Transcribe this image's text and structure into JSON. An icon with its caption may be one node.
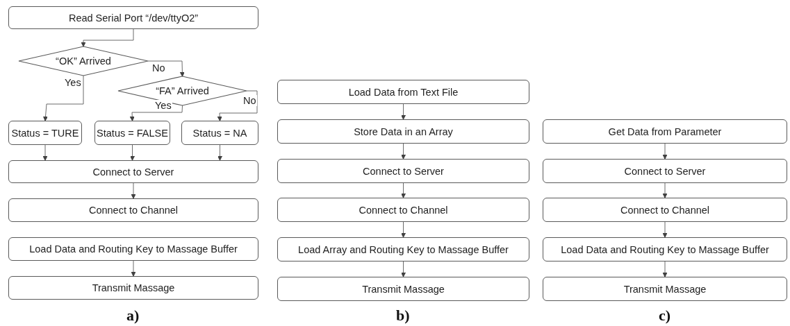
{
  "diagram": {
    "nodes": [
      {
        "text": [
          "Read Serial Port “/dev/ttyO2”"
        ]
      },
      {
        "text": [
          "“OK” Arrived"
        ]
      },
      {
        "text": [
          "“FA” Arrived"
        ]
      },
      {
        "text": [
          "Status = TURE"
        ]
      },
      {
        "text": [
          "Status = FALSE"
        ]
      },
      {
        "text": [
          "Status = NA"
        ]
      },
      {
        "text": [
          "Connect to Server"
        ]
      },
      {
        "text": [
          "Connect to Channel"
        ]
      },
      {
        "text": [
          "Load Data and Routing Key to Massage Buffer"
        ]
      },
      {
        "text": [
          "Transmit Massage"
        ]
      },
      {
        "text": [
          "Load Data from Text File"
        ]
      },
      {
        "text": [
          "Store Data in an Array"
        ]
      },
      {
        "text": [
          "Connect to Server"
        ]
      },
      {
        "text": [
          "Connect to Channel"
        ]
      },
      {
        "text": [
          "Load Array and Routing Key to Massage Buffer"
        ]
      },
      {
        "text": [
          "Transmit Massage"
        ]
      },
      {
        "text": [
          "Get Data from Parameter"
        ]
      },
      {
        "text": [
          "Connect to Server"
        ]
      },
      {
        "text": [
          "Connect to Channel"
        ]
      },
      {
        "text": [
          "Load Data and Routing Key to Massage Buffer"
        ]
      },
      {
        "text": [
          "Transmit Massage"
        ]
      }
    ],
    "edges": [
      {
        "from": 0,
        "to": 1,
        "arrow": "to"
      },
      {
        "from": 1,
        "to": 2,
        "arrow": "to",
        "label": "No"
      },
      {
        "from": 1,
        "to": 3,
        "arrow": "to",
        "label": "Yes"
      },
      {
        "from": 2,
        "to": 4,
        "arrow": "to",
        "label": "Yes"
      },
      {
        "from": 2,
        "to": 5,
        "arrow": "to",
        "label": "No"
      },
      {
        "from": 3,
        "to": 6,
        "arrow": "to"
      },
      {
        "from": 4,
        "to": 6,
        "arrow": "to"
      },
      {
        "from": 5,
        "to": 6,
        "arrow": "to"
      },
      {
        "from": 6,
        "to": 7,
        "arrow": "to"
      },
      {
        "from": 8,
        "to": 9,
        "arrow": "to"
      },
      {
        "from": 10,
        "to": 11,
        "arrow": "to"
      },
      {
        "from": 11,
        "to": 12,
        "arrow": "to"
      },
      {
        "from": 12,
        "to": 13,
        "arrow": "to"
      },
      {
        "from": 13,
        "to": 14,
        "arrow": "to"
      },
      {
        "from": 14,
        "to": 15,
        "arrow": "to"
      },
      {
        "from": 16,
        "to": 17,
        "arrow": "to"
      },
      {
        "from": 17,
        "to": 18,
        "arrow": "to"
      },
      {
        "from": 18,
        "to": 19,
        "arrow": "to"
      },
      {
        "from": 19,
        "to": 20,
        "arrow": "to"
      }
    ],
    "labels": [
      "a)",
      "b)",
      "c)"
    ]
  }
}
